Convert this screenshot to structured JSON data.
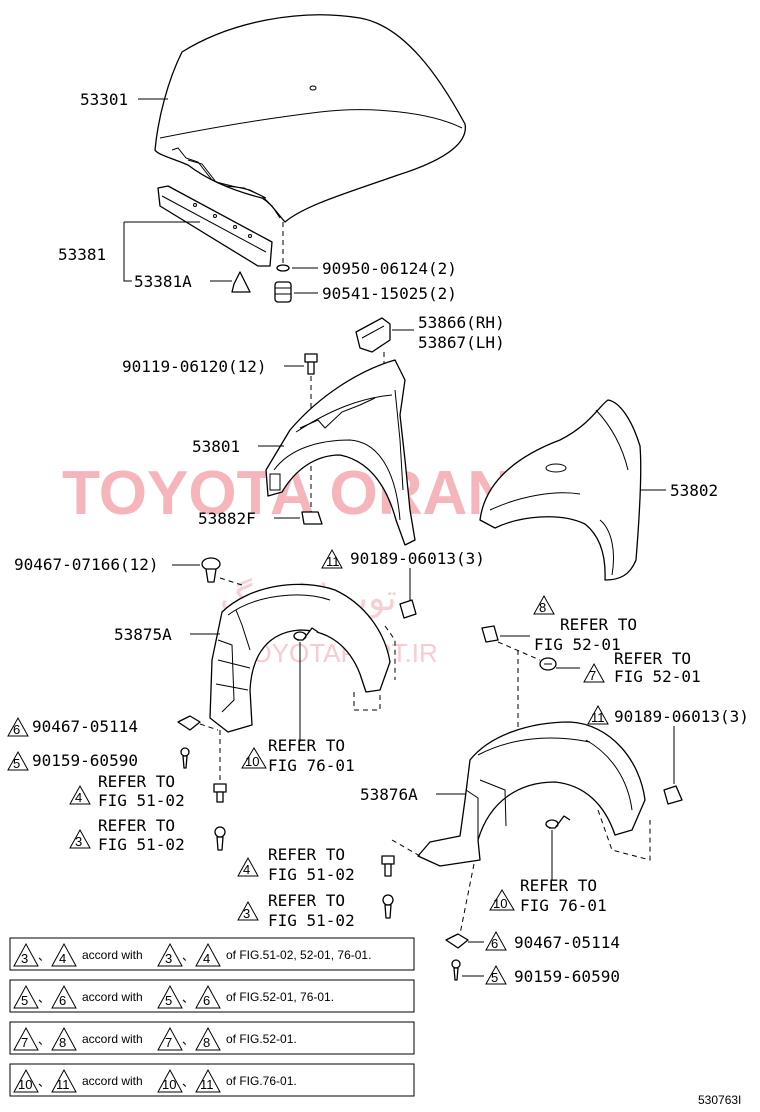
{
  "parts": {
    "hood": "53301",
    "hood_seal": "53381",
    "hood_seal_clip": "53381A",
    "plug": "90950-06124(2)",
    "cushion": "90541-15025(2)",
    "bracket_rh": "53866(RH)",
    "bracket_lh": "53867(LH)",
    "fender_bolt": "90119-06120(12)",
    "fender_rh": "53801",
    "fender_lh": "53802",
    "fender_seal": "53882F",
    "liner_clip": "90467-07166(12)",
    "liner_rh": "53875A",
    "liner_lh": "53876A",
    "clip_11_rh": "90189-06013(3)",
    "clip_11_lh": "90189-06013(3)",
    "clip_6_rh": "90467-05114",
    "clip_6_lh": "90467-05114",
    "screw_5_rh": "90159-60590",
    "screw_5_lh": "90159-60590"
  },
  "refs": {
    "refer_to": "REFER TO",
    "fig_52_01": "FIG 52-01",
    "fig_51_02": "FIG 51-02",
    "fig_76_01": "FIG 76-01"
  },
  "tri": {
    "n3": "3",
    "n4": "4",
    "n5": "5",
    "n6": "6",
    "n7": "7",
    "n8": "8",
    "n10": "10",
    "n11": "11"
  },
  "legend": {
    "sep": "、",
    "accord_with": "accord with",
    "row1_of": "of FIG.51-02, 52-01, 76-01.",
    "row2_of": "of FIG.52-01, 76-01.",
    "row3_of": "of FIG.52-01.",
    "row4_of": "of FIG.76-01."
  },
  "watermark": {
    "brand": "TOYOTA ORANG",
    "farsi": "تویوتا اورنگ",
    "url": "TOYOTAPART.IR"
  },
  "figure_code": "530763I"
}
